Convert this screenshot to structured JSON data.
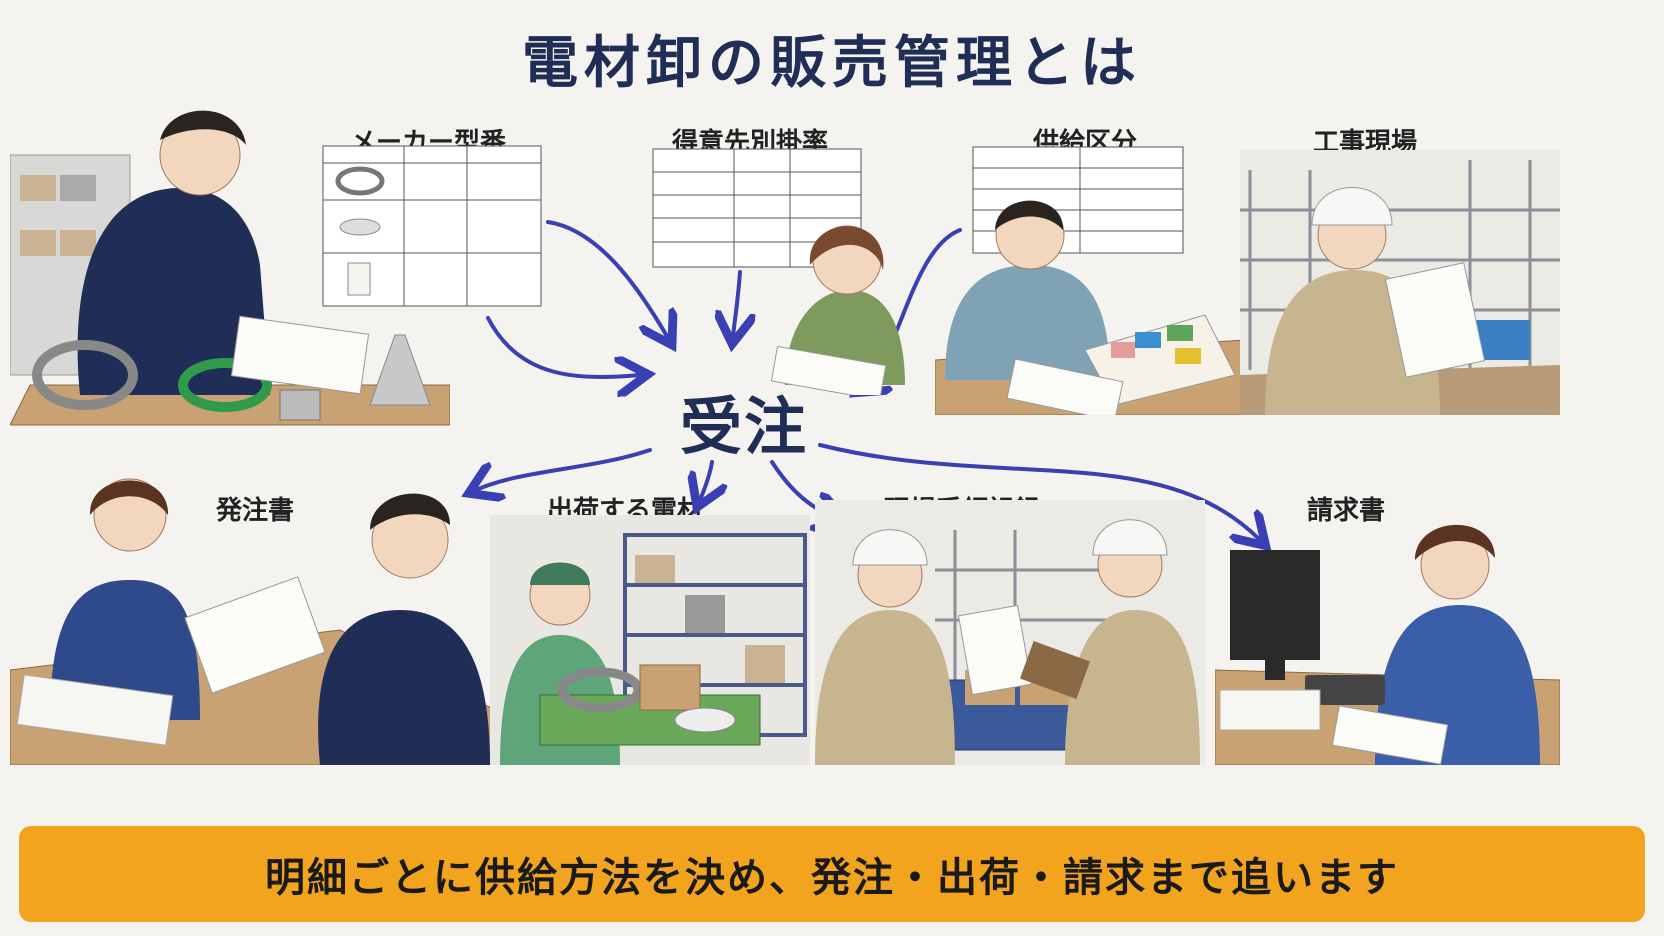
{
  "title": "電材卸の販売管理とは",
  "center": "受注",
  "inputs": {
    "maker_model": "メーカー型番",
    "customer_rate": "得意先別掛率",
    "supply_type": "供給区分",
    "site": "工事現場"
  },
  "outputs": {
    "purchase_order": "発注書",
    "shipping": "出荷する電材",
    "site_receipt": "現場受領記録",
    "invoice": "請求書"
  },
  "banner": "明細ごとに供給方法を決め、発注・出荷・請求まで追います",
  "colors": {
    "title": "#1f2d57",
    "arrow": "#3a3fb4",
    "banner": "#f3a41e",
    "background": "#f4f3ef"
  }
}
